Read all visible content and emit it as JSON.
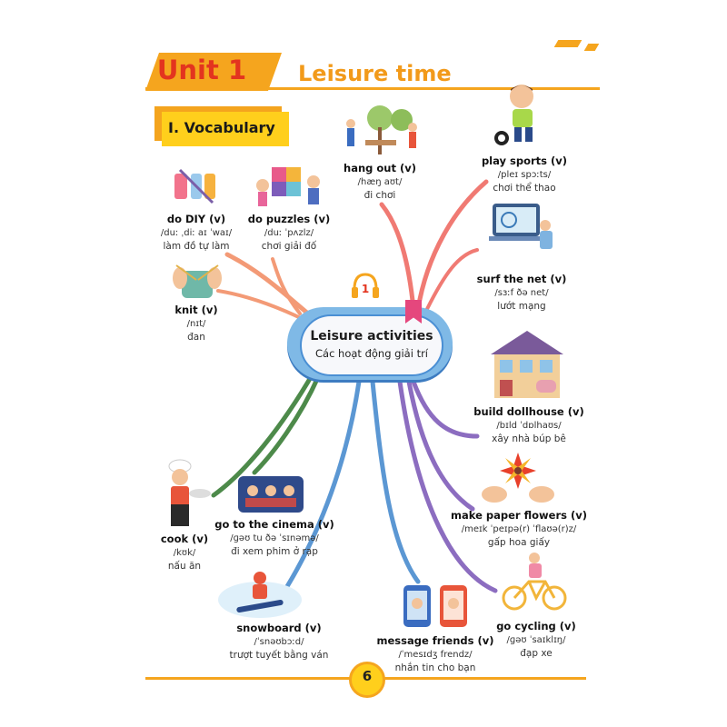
{
  "header": {
    "unit": "Unit 1",
    "title": "Leisure time"
  },
  "section": {
    "label": "I. Vocabulary"
  },
  "audio": {
    "track": "1"
  },
  "center": {
    "en": "Leisure activities",
    "vi": "Các hoạt động giải trí"
  },
  "words": [
    {
      "en": "do DIY (v)",
      "ipa": "/duː ˌdiː aɪ ˈwaɪ/",
      "vi": "làm đồ tự làm"
    },
    {
      "en": "do puzzles (v)",
      "ipa": "/duː ˈpʌzlz/",
      "vi": "chơi giải đố"
    },
    {
      "en": "hang out (v)",
      "ipa": "/hæŋ aʊt/",
      "vi": "đi chơi"
    },
    {
      "en": "play sports (v)",
      "ipa": "/pleɪ spɔːts/",
      "vi": "chơi thể thao"
    },
    {
      "en": "knit (v)",
      "ipa": "/nɪt/",
      "vi": "đan"
    },
    {
      "en": "surf the net (v)",
      "ipa": "/sɜːf ðə net/",
      "vi": "lướt mạng"
    },
    {
      "en": "build dollhouse (v)",
      "ipa": "/bɪld ˈdɒlhaʊs/",
      "vi": "xây nhà búp bê"
    },
    {
      "en": "make paper flowers (v)",
      "ipa": "/meɪk ˈpeɪpə(r) ˈflaʊə(r)z/",
      "vi": "gấp hoa giấy"
    },
    {
      "en": "go to the cinema (v)",
      "ipa": "/ɡəʊ tu ðə ˈsɪnəmə/",
      "vi": "đi xem phim ở rạp"
    },
    {
      "en": "cook (v)",
      "ipa": "/kʊk/",
      "vi": "nấu ăn"
    },
    {
      "en": "snowboard (v)",
      "ipa": "/ˈsnəʊbɔːd/",
      "vi": "trượt tuyết bằng ván"
    },
    {
      "en": "message friends (v)",
      "ipa": "/ˈmesɪdʒ frendz/",
      "vi": "nhắn tin cho bạn"
    },
    {
      "en": "go cycling (v)",
      "ipa": "/ɡəʊ ˈsaɪklɪŋ/",
      "vi": "đạp xe"
    }
  ],
  "footer": {
    "page": "6"
  },
  "colors": {
    "accent": "#f5a51e",
    "unit_text": "#e3341f",
    "badge": "#ffcf1c",
    "center_blue": "#4a8fd4"
  }
}
